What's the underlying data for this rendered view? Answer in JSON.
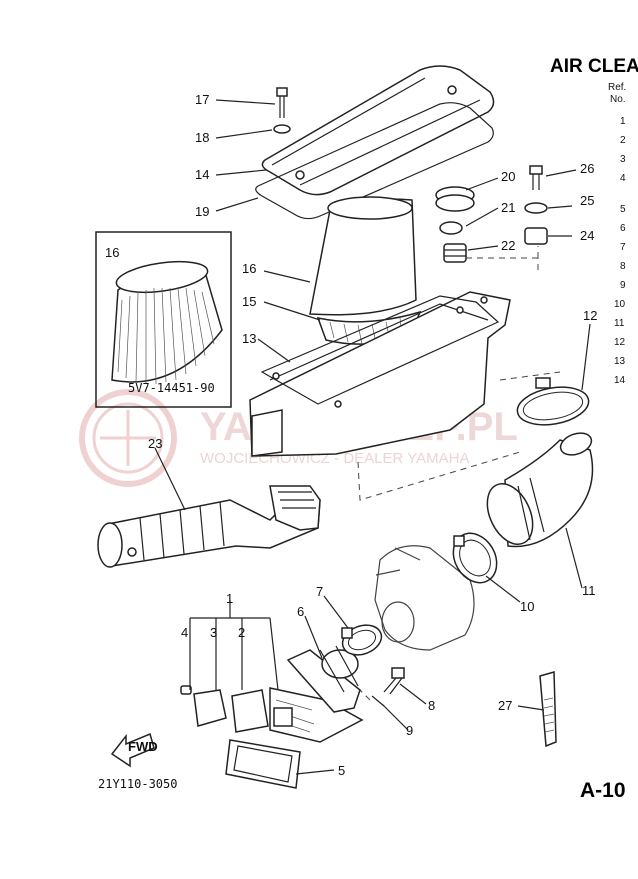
{
  "title": "AIR CLEA",
  "ref_header": {
    "line1": "Ref.",
    "line2": "No."
  },
  "ref_numbers": [
    "1",
    "2",
    "3",
    "4",
    "5",
    "6",
    "7",
    "8",
    "9",
    "10",
    "11",
    "12",
    "13",
    "14"
  ],
  "inset_part_number": "5V7-14451-90",
  "diagram_code": "21Y110-3050",
  "page_number": "A-10",
  "fwd_label": "FWD",
  "watermark": {
    "main": "YAMA-SKLEP.PL",
    "sub": "WOJCIECHOWICZ - DEALER YAMAHA"
  },
  "callouts": [
    "17",
    "18",
    "14",
    "19",
    "16",
    "16",
    "15",
    "13",
    "20",
    "21",
    "22",
    "26",
    "25",
    "24",
    "12",
    "23",
    "11",
    "10",
    "1",
    "4",
    "3",
    "2",
    "6",
    "7",
    "8",
    "9",
    "27",
    "5"
  ]
}
